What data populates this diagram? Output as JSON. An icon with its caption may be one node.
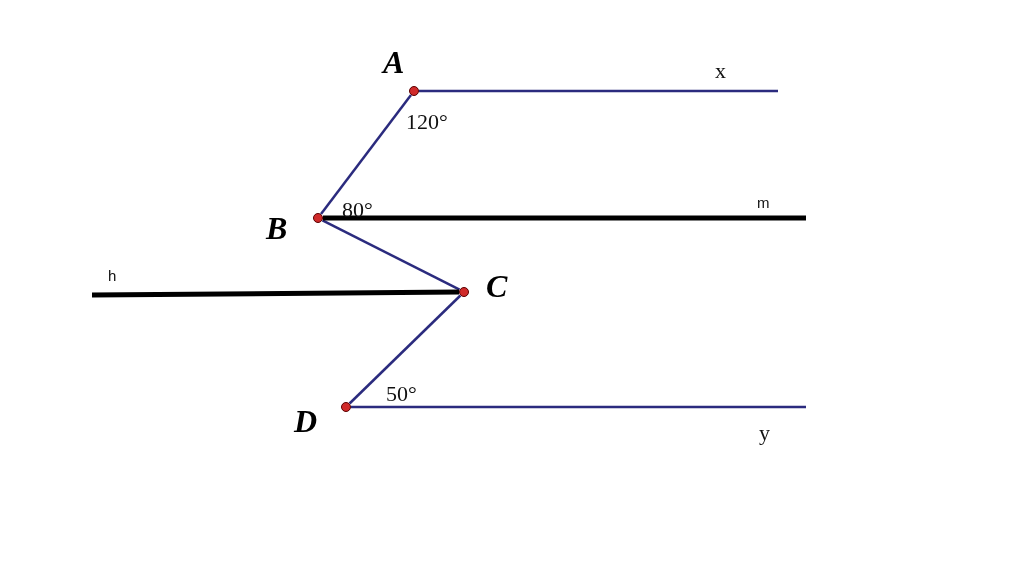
{
  "diagram": {
    "nodes": [
      {
        "text": [],
        "shape": "circle",
        "beside": [
          "A"
        ]
      },
      {
        "text": [],
        "shape": "circle",
        "beside": [
          "B"
        ]
      },
      {
        "text": [],
        "shape": "circle",
        "beside": [
          "C"
        ]
      },
      {
        "text": [],
        "shape": "circle",
        "beside": [
          "D"
        ]
      }
    ],
    "edges": [
      {
        "from": 0,
        "to": 1,
        "arrow": "none"
      },
      {
        "from": 1,
        "to": 2,
        "arrow": "none"
      },
      {
        "from": 2,
        "to": 3,
        "arrow": "none"
      },
      {
        "from": 0,
        "to": null,
        "arrow": "none"
      },
      {
        "from": 1,
        "to": null,
        "arrow": "none",
        "style": "thick",
        "color": "#000000"
      },
      {
        "from": 2,
        "to": null,
        "arrow": "none",
        "style": "thick",
        "color": "#000000"
      },
      {
        "from": 3,
        "to": null,
        "arrow": "none"
      }
    ],
    "labels": [
      "x",
      "120°",
      "80°",
      "m",
      "h",
      "50°",
      "y"
    ]
  }
}
